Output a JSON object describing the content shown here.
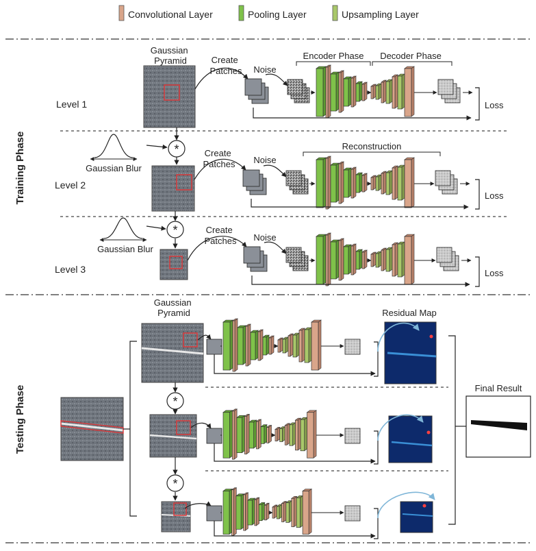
{
  "legend": {
    "items": [
      {
        "label": "Convolutional Layer",
        "color": "#d9a58a"
      },
      {
        "label": "Pooling Layer",
        "color": "#7fc24a"
      },
      {
        "label": "Upsampling Layer",
        "color": "#a9c86a"
      }
    ]
  },
  "colors": {
    "conv": "#d9a58a",
    "conv_dark": "#b9826a",
    "pool": "#7fc24a",
    "pool_dark": "#5e9a33",
    "up": "#a9c86a",
    "up_dark": "#879f4d",
    "patch": "#8b9098",
    "patch_dark": "#4a4f57",
    "highlight": "#d8383a",
    "residual_bg": "#0d2a6b",
    "residual_line": "#3a8fd6"
  },
  "training": {
    "phase_label": "Training Phase",
    "gaussian_pyramid_label": "Gaussian\nPyramid",
    "encoder_label": "Encoder Phase",
    "decoder_label": "Decoder Phase",
    "reconstruction_label": "Reconstruction",
    "levels": [
      {
        "name": "Level 1",
        "create_patches": "Create\nPatches",
        "noise": "Noise",
        "loss": "Loss"
      },
      {
        "name": "Level 2",
        "create_patches": "Create\nPatches",
        "noise": "Noise",
        "loss": "Loss",
        "blur": "Gaussian Blur"
      },
      {
        "name": "Level 3",
        "create_patches": "Create\nPatches",
        "noise": "Noise",
        "loss": "Loss",
        "blur": "Gaussian Blur"
      }
    ]
  },
  "testing": {
    "phase_label": "Testing Phase",
    "gaussian_pyramid_label": "Gaussian\nPyramid",
    "residual_map_label": "Residual Map",
    "final_result_label": "Final Result"
  },
  "symbols": {
    "convolve": "*"
  }
}
